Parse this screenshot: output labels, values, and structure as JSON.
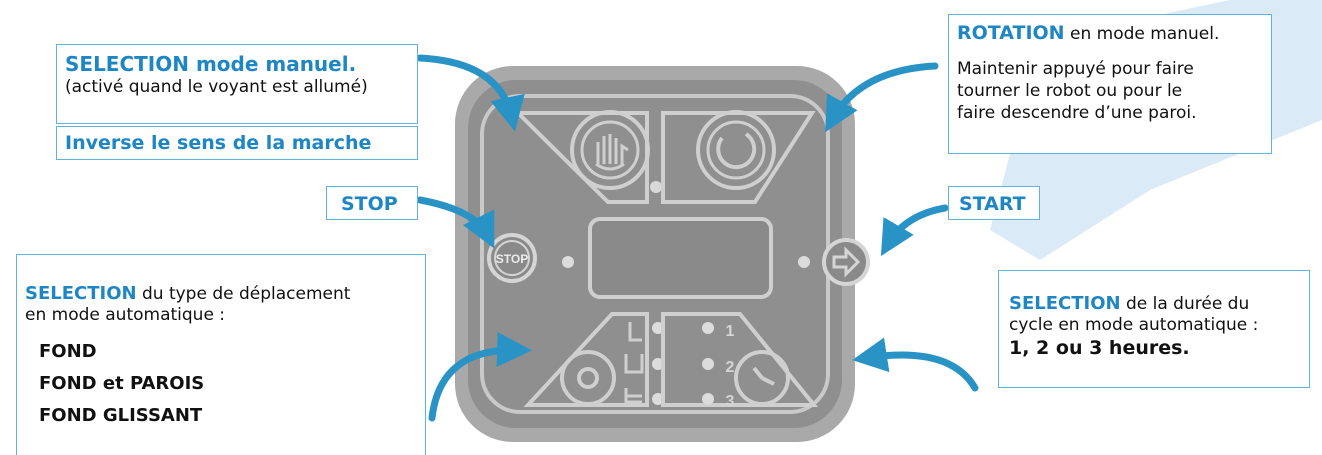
{
  "callouts": {
    "manual_select": {
      "title": "SELECTION mode manuel.",
      "subtitle": "(activé quand le voyant est allumé)",
      "reverse": "Inverse le sens de la marche"
    },
    "rotation": {
      "title": "ROTATION",
      "title_rest": " en mode manuel.",
      "lines": [
        "Maintenir appuyé pour faire",
        "tourner le robot ou pour le",
        "faire descendre d’une paroi."
      ]
    },
    "stop": {
      "label": "STOP"
    },
    "start": {
      "label": "START"
    },
    "type_select": {
      "title": "SELECTION",
      "title_rest": " du type de déplacement",
      "line2": "en mode automatique :",
      "options": [
        "FOND",
        "FOND et PAROIS",
        "FOND GLISSANT"
      ]
    },
    "duration_select": {
      "title": "SELECTION",
      "title_rest": " de la durée du",
      "line2": "cycle en mode automatique :",
      "line3": "1, 2 ou 3 heures."
    }
  },
  "panel": {
    "stop_button_text": "STOP",
    "duration_labels": [
      "1",
      "2",
      "3"
    ]
  },
  "colors": {
    "accent": "#1f86c4",
    "panel": "#8d8d8d",
    "panel_light": "#c9c9c9",
    "arrow": "#2a93c6"
  }
}
